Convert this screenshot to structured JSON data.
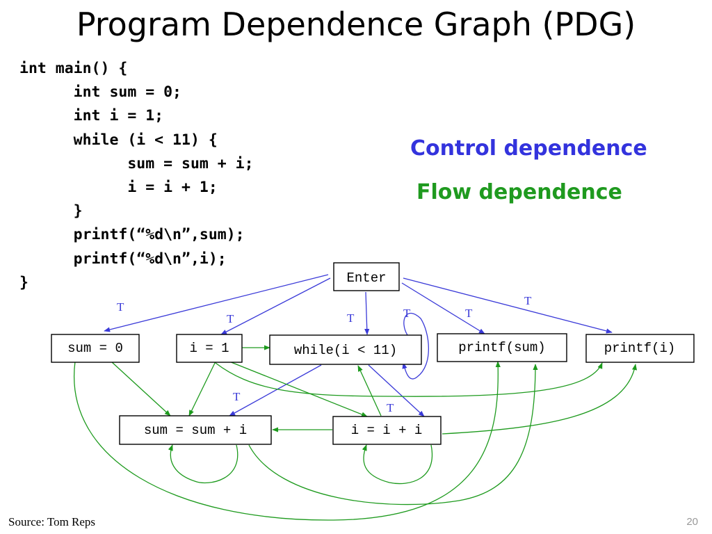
{
  "title": "Program Dependence Graph (PDG)",
  "code_lines": [
    "int main() {",
    "      int sum = 0;",
    "      int i = 1;",
    "      while (i < 11) {",
    "            sum = sum + i;",
    "            i = i + 1;",
    "      }",
    "      printf(“%d\\n”,sum);",
    "      printf(“%d\\n”,i);",
    "}"
  ],
  "legend": {
    "control": "Control dependence",
    "flow": "Flow dependence",
    "control_color": "#3a3ad8",
    "flow_color": "#1d9a1d"
  },
  "nodes": {
    "enter": "Enter",
    "sum_init": "sum = 0",
    "i_init": "i = 1",
    "while": "while(i < 11)",
    "printf_sum": "printf(sum)",
    "printf_i": "printf(i)",
    "sum_update": "sum = sum + i",
    "i_update": "i = i + i"
  },
  "control_edges": [
    {
      "from": "enter",
      "to": "sum_init",
      "label": "T"
    },
    {
      "from": "enter",
      "to": "i_init",
      "label": "T"
    },
    {
      "from": "enter",
      "to": "while",
      "label": "T"
    },
    {
      "from": "while",
      "to": "while",
      "label": "T"
    },
    {
      "from": "enter",
      "to": "printf_sum",
      "label": "T"
    },
    {
      "from": "enter",
      "to": "printf_i",
      "label": "T"
    },
    {
      "from": "while",
      "to": "sum_update",
      "label": "T"
    },
    {
      "from": "while",
      "to": "i_update",
      "label": "T"
    }
  ],
  "flow_edges": [
    {
      "from": "sum_init",
      "to": "sum_update"
    },
    {
      "from": "sum_init",
      "to": "printf_sum"
    },
    {
      "from": "i_init",
      "to": "while"
    },
    {
      "from": "i_init",
      "to": "sum_update"
    },
    {
      "from": "i_init",
      "to": "i_update"
    },
    {
      "from": "i_init",
      "to": "printf_i"
    },
    {
      "from": "i_update",
      "to": "while"
    },
    {
      "from": "i_update",
      "to": "sum_update"
    },
    {
      "from": "i_update",
      "to": "i_update"
    },
    {
      "from": "i_update",
      "to": "printf_i"
    },
    {
      "from": "sum_update",
      "to": "sum_update"
    },
    {
      "from": "sum_update",
      "to": "printf_sum"
    }
  ],
  "source": "Source: Tom Reps",
  "page_number": "20"
}
